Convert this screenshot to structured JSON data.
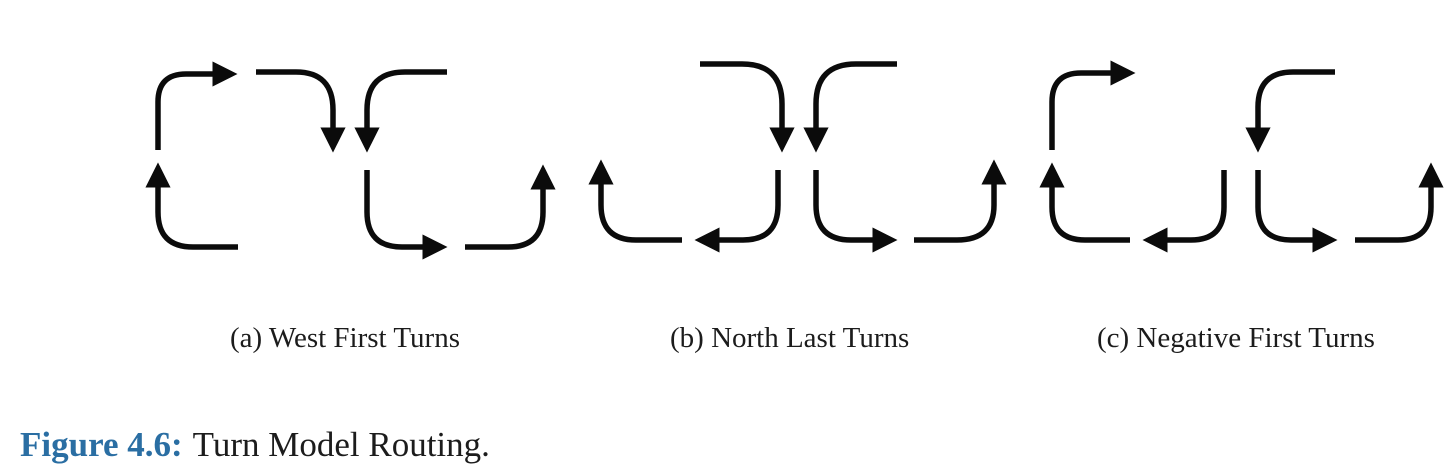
{
  "colors": {
    "arrow": "#0b0b0b",
    "caption_label": "#2a6ea3",
    "text": "#1c1c1c",
    "background": "#ffffff"
  },
  "subfigures": [
    {
      "caption": "(a) West First Turns"
    },
    {
      "caption": "(b) North Last Turns"
    },
    {
      "caption": "(c) Negative First Turns"
    }
  ],
  "figure": {
    "label": "Figure 4.6:",
    "caption": "Turn Model Routing."
  }
}
